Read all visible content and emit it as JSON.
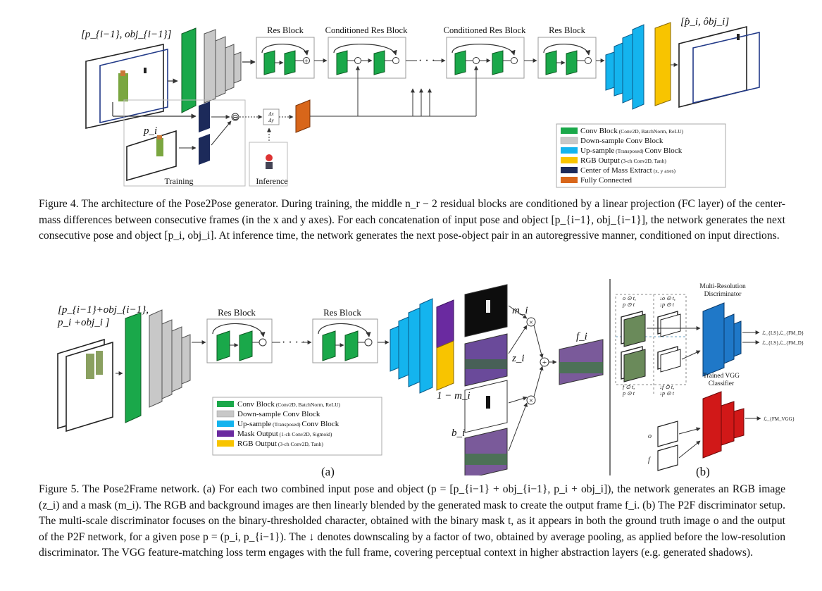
{
  "fig4": {
    "input_label": "[p_{i−1}, obj_{i−1}]",
    "output_label": "[p̂_i, ôbj_i]",
    "pi_label": "p_i",
    "blocks": [
      "Res Block",
      "Conditioned Res Block",
      "Conditioned Res Block",
      "Res Block"
    ],
    "minus": "⊖",
    "delta_top": "Δx",
    "delta_bottom": "Δy",
    "training_label": "Training",
    "inference_label": "Inference",
    "legend": [
      {
        "main": "Conv Block",
        "note": " (Conv2D, BatchNorm, ReLU)",
        "color": "#1aa84a"
      },
      {
        "main": "Down-sample Conv Block",
        "note": "",
        "color": "#c8c8c8"
      },
      {
        "main": "Up-sample",
        "note": " (Transposed) ",
        "tail": "Conv Block",
        "color": "#14b4ee"
      },
      {
        "main": "RGB Output",
        "note": " (3-ch Conv2D, Tanh)",
        "color": "#f8c400"
      },
      {
        "main": "Center of Mass Extract",
        "note": " (x, y axes)",
        "color": "#1c2a5a"
      },
      {
        "main": "Fully Connected",
        "note": "",
        "color": "#d8661a"
      }
    ],
    "caption": "Figure 4. The architecture of the Pose2Pose generator. During training, the middle n_r − 2 residual blocks are conditioned by a linear projection (FC layer) of the center-mass differences between consecutive frames (in the x and y axes). For each concatenation of input pose and object [p_{i−1}, obj_{i−1}], the network generates the next consecutive pose and object [p_i, obj_i]. At inference time, the network generates the next pose-object pair in an autoregressive manner, conditioned on input directions."
  },
  "fig5": {
    "input_line1": "[p_{i−1}+obj_{i−1},",
    "input_line2": "p_i   +obj_i  ]",
    "blocks": [
      "Res Block",
      "Res Block"
    ],
    "labels": {
      "m": "m_i",
      "z": "z_i",
      "one_minus_m": "1 − m_i",
      "b": "b_i",
      "f": "f_i"
    },
    "legend": [
      {
        "main": "Conv Block",
        "note": " (Conv2D, BatchNorm, ReLU)",
        "color": "#1aa84a"
      },
      {
        "main": "Down-sample Conv Block",
        "note": "",
        "color": "#c8c8c8"
      },
      {
        "main": "Up-sample",
        "note": " (Transposed) ",
        "tail": "Conv Block",
        "color": "#14b4ee"
      },
      {
        "main": "Mask Output",
        "note": " (1-ch Conv2D, Sigmoid)",
        "color": "#6a2aa0"
      },
      {
        "main": "RGB Output",
        "note": " (3-ch Conv2D, Tanh)",
        "color": "#f8c400"
      }
    ],
    "disc_title_1": "Multi-Resolution",
    "disc_title_2": "Discriminator",
    "vgg_title_1": "Trained VGG",
    "vgg_title_2": "Classifier",
    "ops": [
      "o ⊙ t,",
      "p ⊙ t",
      "↓o ⊙ t,",
      "↓p ⊙ t",
      "f ⊙ t,",
      "p ⊙ t",
      "↓f ⊙ t,",
      "↓p ⊙ t"
    ],
    "loss_1": "ℒ_{LS},ℒ_{FM_D}",
    "loss_2": "ℒ_{LS},ℒ_{FM_D}",
    "loss_3": "ℒ_{FM_VGG}",
    "o_label": "o",
    "f_label": "f",
    "sub_a": "(a)",
    "sub_b": "(b)",
    "caption": "Figure 5. The Pose2Frame network. (a) For each two combined input pose and object (p = [p_{i−1} + obj_{i−1}, p_i + obj_i]), the network generates an RGB image (z_i) and a mask (m_i). The RGB and background images are then linearly blended by the generated mask to create the output frame f_i. (b) The P2F discriminator setup. The multi-scale discriminator focuses on the binary-thresholded character, obtained with the binary mask t, as it appears in both the ground truth image o and the output of the P2F network, for a given pose p = (p_i, p_{i−1}). The ↓ denotes downscaling by a factor of two, obtained by average pooling, as applied before the low-resolution discriminator. The VGG feature-matching loss term engages with the full frame, covering perceptual context in higher abstraction layers (e.g. generated shadows)."
  }
}
